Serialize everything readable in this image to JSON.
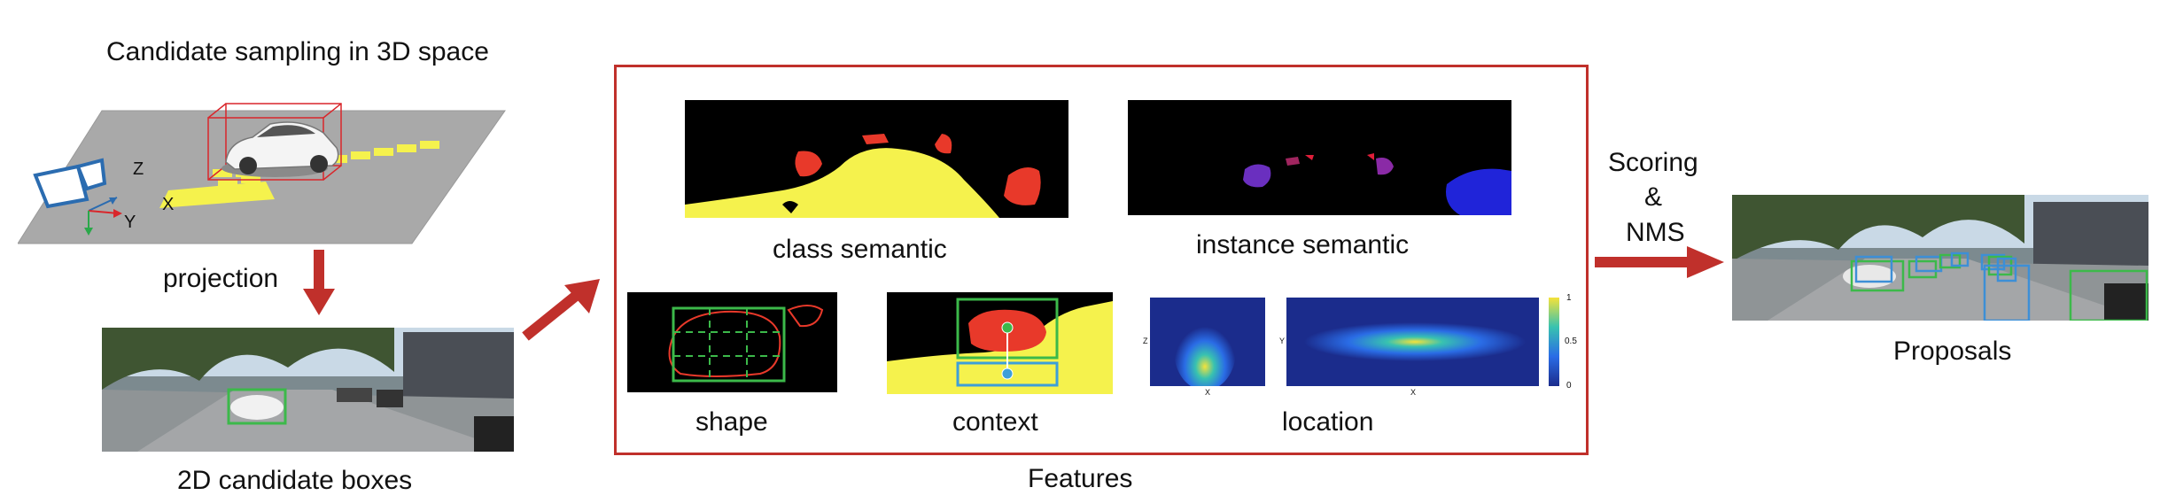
{
  "labels": {
    "sampling_title": "Candidate sampling in 3D space",
    "projection": "projection",
    "candidate_boxes": "2D candidate boxes",
    "class_semantic": "class semantic",
    "instance_semantic": "instance semantic",
    "shape": "shape",
    "context": "context",
    "location": "location",
    "features": "Features",
    "scoring": "Scoring",
    "ampersand": "&",
    "nms": "NMS",
    "proposals": "Proposals"
  },
  "axes_3d": {
    "z": "Z",
    "x": "X",
    "y": "Y"
  },
  "heatmap_labels": {
    "left_x": "X",
    "left_y": "Z",
    "right_x": "X",
    "right_y": "Y"
  },
  "colorbar_ticks": [
    "1",
    "0.5",
    "0"
  ],
  "colors": {
    "arrow_red": "#c0302b",
    "frame_red": "#c0302b",
    "semantic_red": "#e8392a",
    "semantic_yellow": "#f5f24d",
    "box_green": "#3cb94a",
    "box_blue": "#3d8fd6"
  }
}
